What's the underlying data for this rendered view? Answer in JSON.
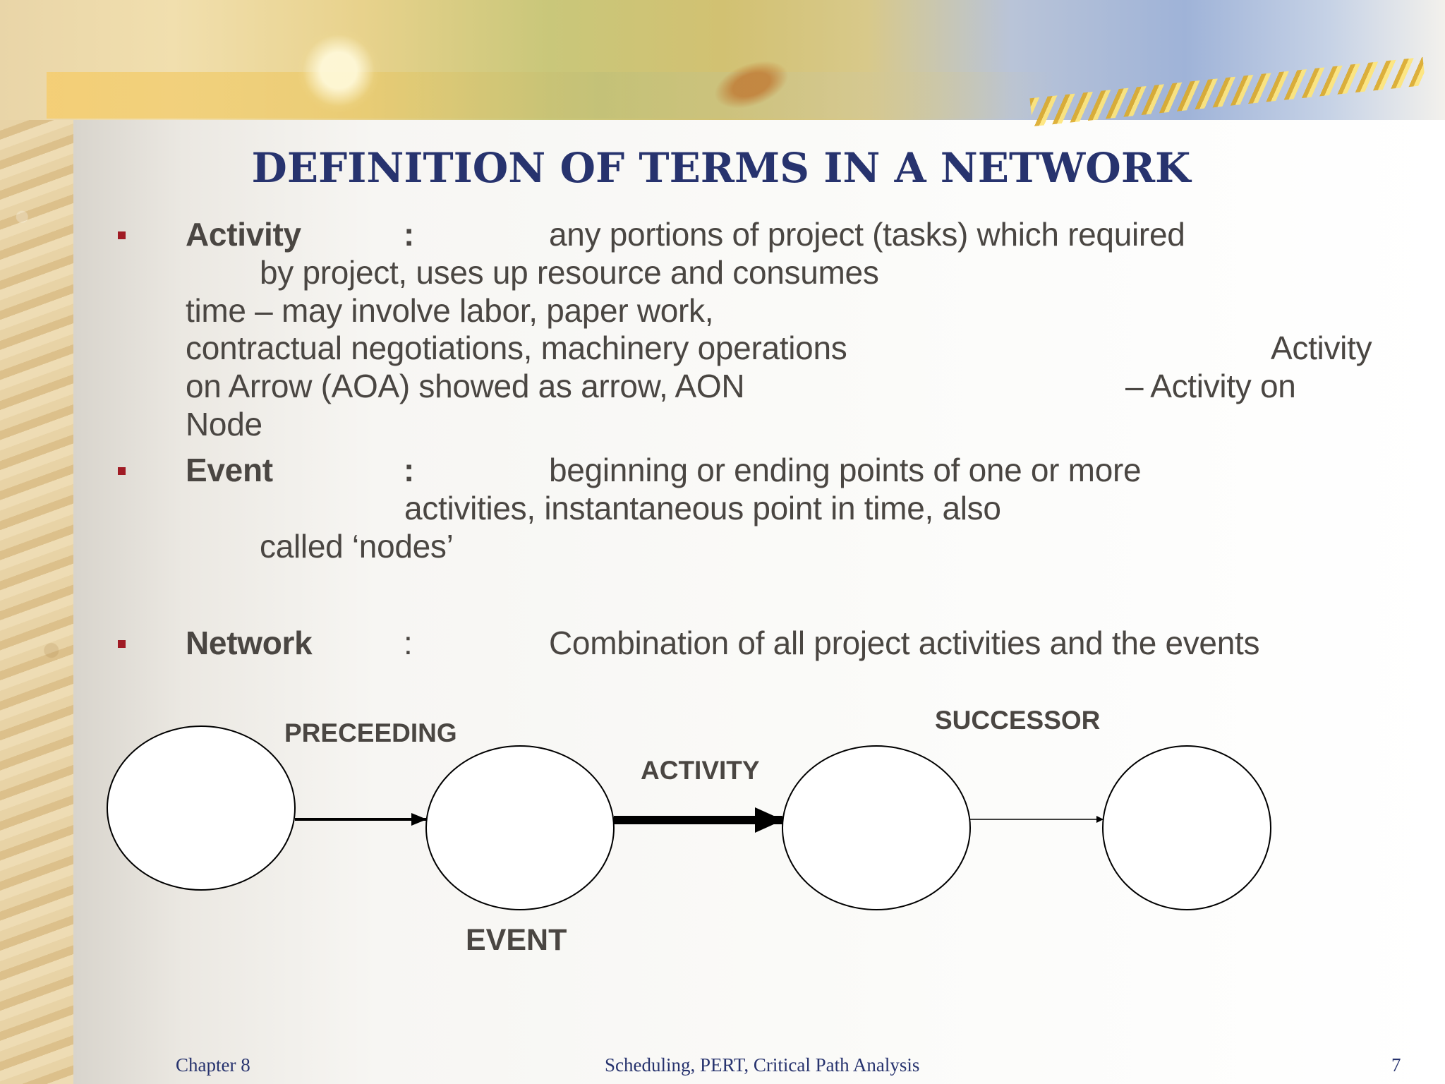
{
  "slide": {
    "title": "DEFINITION OF TERMS IN A NETWORK"
  },
  "definitions": [
    {
      "term": "Activity",
      "colon": ":",
      "lines": [
        "any portions of project (tasks) which required",
        "by project, uses up resource and consumes",
        "time – may involve labor, paper work,",
        "contractual negotiations, machinery operations",
        "Activity",
        "on Arrow (AOA) showed as arrow, AON",
        "– Activity on",
        "Node"
      ]
    },
    {
      "term": "Event",
      "colon": ":",
      "lines": [
        "beginning or ending points of one or more",
        "activities, instantaneous point in time, also",
        "called ‘nodes’"
      ]
    },
    {
      "term": "Network",
      "colon": ":",
      "lines": [
        "Combination of all project activities and the events"
      ]
    }
  ],
  "diagram": {
    "labels": {
      "preceeding": "PRECEEDING",
      "successor": "SUCCESSOR",
      "activity": "ACTIVITY",
      "event": "EVENT"
    }
  },
  "footer": {
    "left": "Chapter 8",
    "center": "Scheduling, PERT, Critical Path Analysis",
    "right": "7"
  },
  "colors": {
    "title": "#27336e",
    "bullet": "#a01b24",
    "body_text": "#4a4642"
  }
}
